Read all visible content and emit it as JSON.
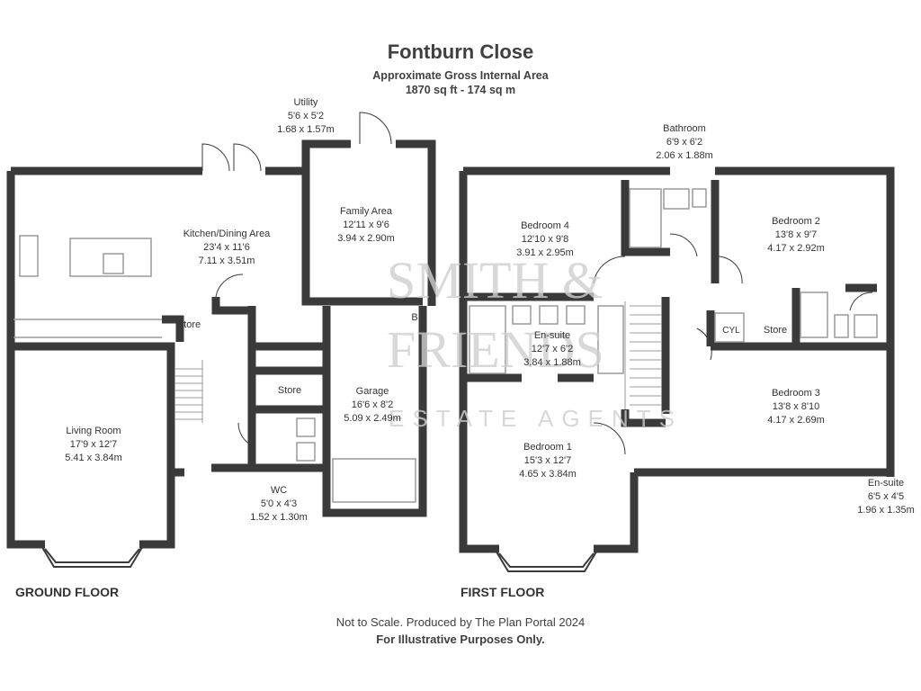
{
  "title": "Fontburn Close",
  "area_label": "Approximate Gross Internal Area",
  "area_value": "1870 sq ft - 174 sq m",
  "watermark": {
    "line1": "SMITH &",
    "line2": "FRIENDS",
    "line3": "ESTATE AGENTS"
  },
  "floors": {
    "ground": "GROUND FLOOR",
    "first": "FIRST FLOOR"
  },
  "rooms": {
    "utility": {
      "name": "Utility",
      "imperial": "5'6 x 5'2",
      "metric": "1.68 x 1.57m"
    },
    "kitchen": {
      "name": "Kitchen/Dining Area",
      "imperial": "23'4 x 11'6",
      "metric": "7.11 x 3.51m"
    },
    "family": {
      "name": "Family Area",
      "imperial": "12'11 x 9'6",
      "metric": "3.94 x 2.90m"
    },
    "store_g1": {
      "name": "Store"
    },
    "store_g2": {
      "name": "Store"
    },
    "garage": {
      "name": "Garage",
      "imperial": "16'6 x 8'2",
      "metric": "5.09 x 2.49m"
    },
    "boiler": {
      "name": "B"
    },
    "living": {
      "name": "Living Room",
      "imperial": "17'9 x 12'7",
      "metric": "5.41 x 3.84m"
    },
    "wc": {
      "name": "WC",
      "imperial": "5'0 x 4'3",
      "metric": "1.52 x 1.30m"
    },
    "bathroom": {
      "name": "Bathroom",
      "imperial": "6'9 x 6'2",
      "metric": "2.06 x 1.88m"
    },
    "bedroom4": {
      "name": "Bedroom 4",
      "imperial": "12'10 x 9'8",
      "metric": "3.91 x 2.95m"
    },
    "bedroom2": {
      "name": "Bedroom 2",
      "imperial": "13'8 x 9'7",
      "metric": "4.17 x 2.92m"
    },
    "ensuite1": {
      "name": "En-suite",
      "imperial": "12'7 x 6'2",
      "metric": "3.84 x 1.88m"
    },
    "cyl": {
      "name": "CYL"
    },
    "store_f": {
      "name": "Store"
    },
    "bedroom3": {
      "name": "Bedroom 3",
      "imperial": "13'8 x 8'10",
      "metric": "4.17 x 2.69m"
    },
    "bedroom1": {
      "name": "Bedroom 1",
      "imperial": "15'3 x 12'7",
      "metric": "4.65 x 3.84m"
    },
    "ensuite2": {
      "name": "En-suite",
      "imperial": "6'5 x 4'5",
      "metric": "1.96 x 1.35m"
    }
  },
  "footer": {
    "line1": "Not to Scale. Produced by The Plan Portal 2024",
    "line2": "For Illustrative Purposes Only."
  },
  "colors": {
    "wall": "#3a3a3a",
    "fixture": "#9a9a9a",
    "watermark": "#cfcfcf"
  }
}
